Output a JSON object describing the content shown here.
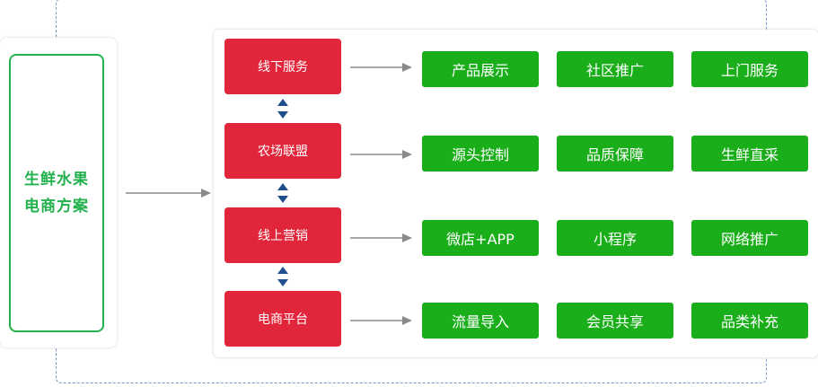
{
  "title": {
    "line1": "生鲜水果",
    "line2": "电商方案"
  },
  "rows": [
    {
      "category": "线下服务",
      "items": [
        "产品展示",
        "社区推广",
        "上门服务"
      ]
    },
    {
      "category": "农场联盟",
      "items": [
        "源头控制",
        "品质保障",
        "生鲜直采"
      ]
    },
    {
      "category": "线上营销",
      "items": [
        "微店+APP",
        "小程序",
        "网络推广"
      ]
    },
    {
      "category": "电商平台",
      "items": [
        "流量导入",
        "会员共享",
        "品类补充"
      ]
    }
  ],
  "colors": {
    "category_fill": "#e1263b",
    "item_fill": "#1aae1a",
    "title_accent": "#22b14c",
    "connector": "#1f4e8c",
    "arrow": "#8a8a8a"
  }
}
